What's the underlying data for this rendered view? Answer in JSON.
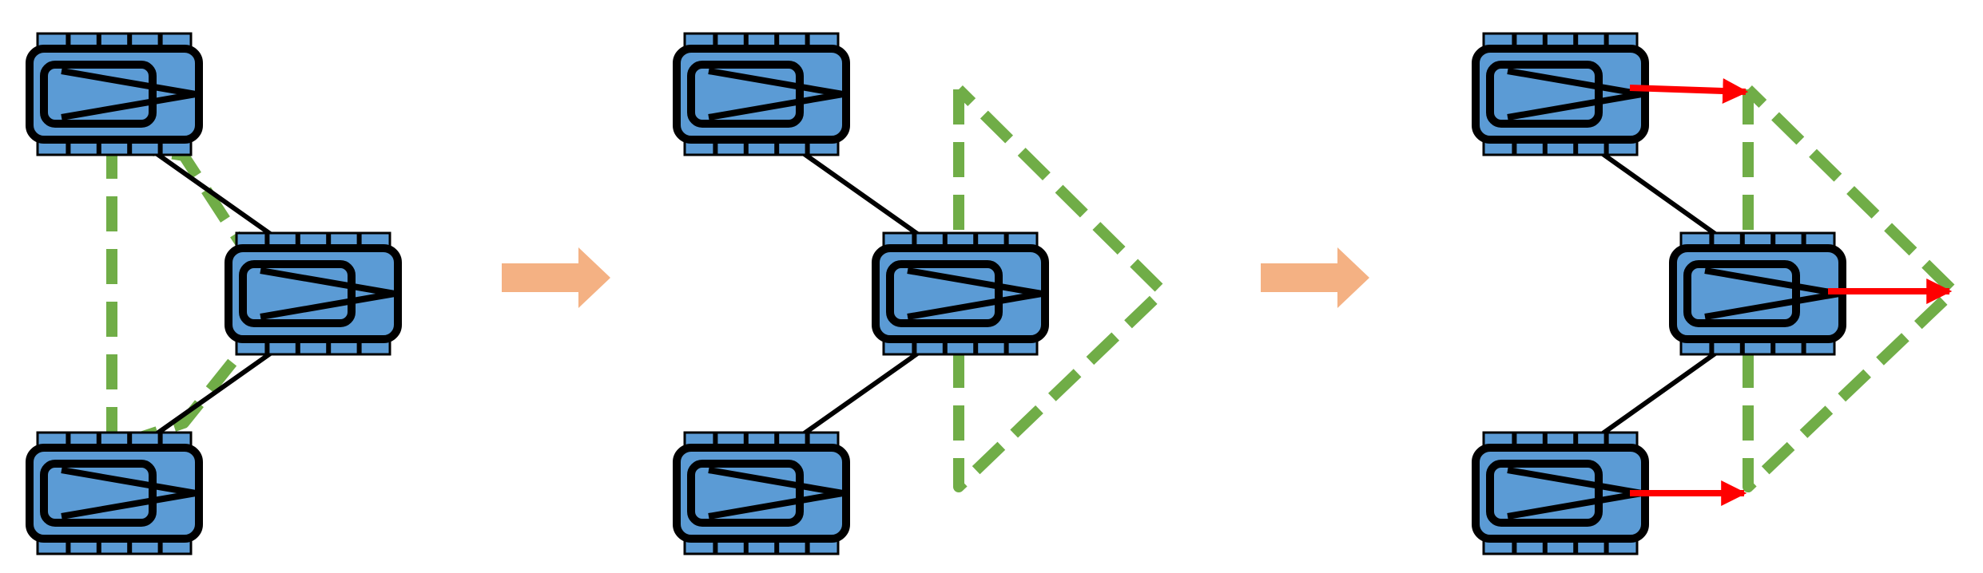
{
  "colors": {
    "tank_fill": "#5b9bd5",
    "outline": "#000000",
    "formation_dashed": "#70ad47",
    "link_line": "#000000",
    "step_arrow": "#f4b183",
    "motion_arrow": "#ff0000",
    "background": "#ffffff"
  },
  "panels": [
    {
      "name": "initial-formation",
      "robots": 3,
      "links": 2,
      "has_motion_arrows": false
    },
    {
      "name": "target-formation",
      "robots": 3,
      "links": 2,
      "has_motion_arrows": false
    },
    {
      "name": "motion-to-target",
      "robots": 3,
      "links": 2,
      "has_motion_arrows": true
    }
  ],
  "step_arrows": 2,
  "icons": [
    "tracked-robot-icon",
    "step-arrow-icon",
    "motion-arrow-icon"
  ]
}
